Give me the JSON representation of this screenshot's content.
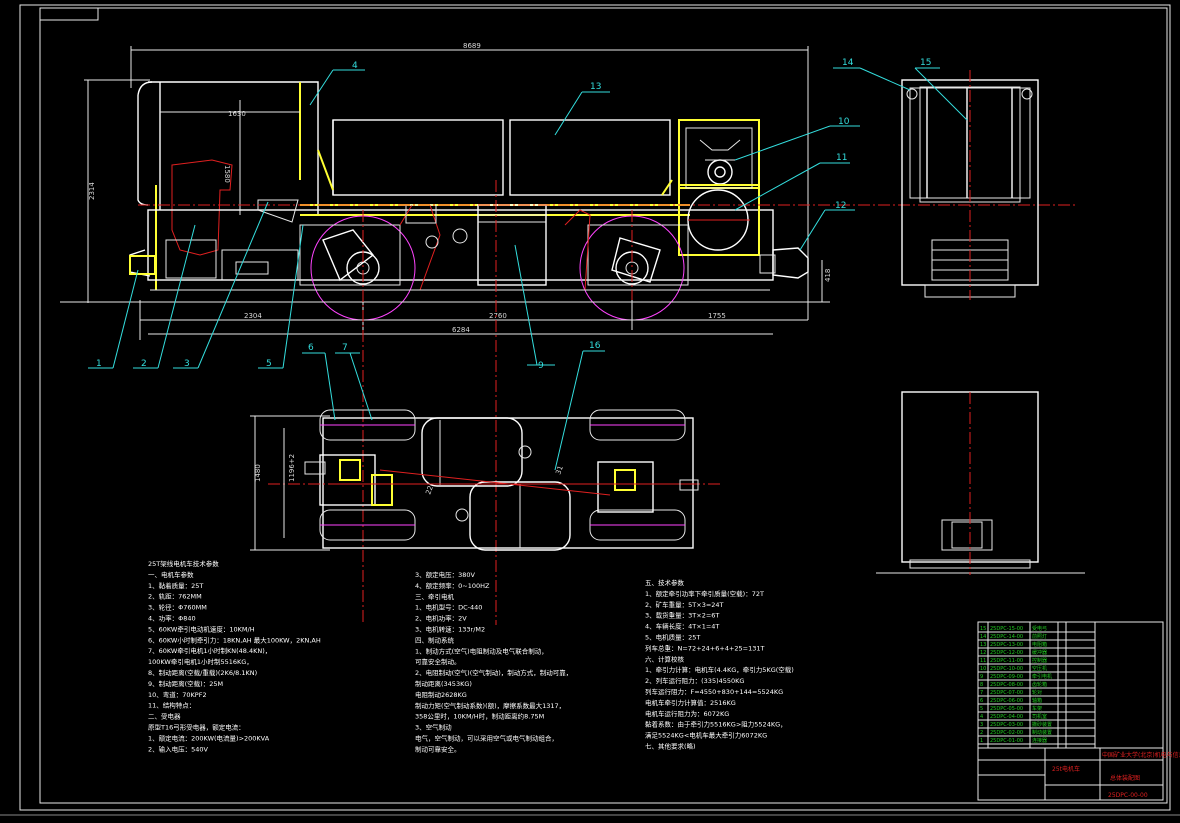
{
  "dimensions": {
    "overall_length": "8689",
    "inner_width": "1630",
    "cab_height": "1580",
    "total_height": "2314",
    "coupler_height": "418",
    "front_overhang": "2304",
    "wheelbase": "2760",
    "rear_overhang": "1755",
    "frame_length": "6284",
    "plan_width": "1480",
    "plan_inner_width": "1196+2",
    "dim_22": "22",
    "dim_31": "31"
  },
  "part_numbers": [
    "1",
    "2",
    "3",
    "4",
    "5",
    "6",
    "7",
    "9",
    "10",
    "11",
    "12",
    "13",
    "14",
    "15",
    "16"
  ],
  "notes": {
    "col1": [
      "25T架线电机车技术参数",
      "一、电机车参数",
      "1、黏着质量：25T",
      "2、轨距：762MM",
      "3、轮径：Φ760MM",
      "4、功率：Φ840",
      "5、60KW牵引电动机速度：10KM/H",
      "6、60KW小时制牵引力：18KN,AH 最大100KW，2KN,AH",
      "7、60KW牵引电机1小时制KN(48.4KN)，",
      "   100KW牵引电机1小时制5516KG，",
      "8、制动距离(空载/重载)(2K6/8.1KN)",
      "9、制动距离(空载)：25M",
      "10、弯道：70KPF2",
      "11、结构特点：",
      "二、受电器",
      "原型T16弓形受电器，额定电流：",
      "1、额定电流：200KW(电流量)>200KVA",
      "2、输入电压：540V"
    ],
    "col2": [
      "3、额定电压：380V",
      "4、额定频率：0~100HZ",
      "三、牵引电机",
      "1、电机型号：DC-440",
      "2、电机功率：2V",
      "3、电机转速：133r/M2",
      "四、制动系统",
      "1、制动方式(空气)电阻制动及电气联合制动，",
      "   可靠安全制动。",
      "2、电阻制动(空气)(空气制动)，制动方式，制动可靠，",
      "   制动距离(3453KG)",
      "   电阻制动2628KG",
      "   制动力矩(空气制动系数)(额)，摩擦系数最大1317，",
      "   358公里时，10KM/H时，制动距离约8.75M",
      "3、空气制动",
      "   电气，空气制动，可以采用空气或电气制动组合，",
      "   制动可靠安全。"
    ],
    "col3": [
      "五、技术参数",
      "1、额定牵引功率下牵引质量(空载)：72T",
      "2、矿车重量：5T×3=24T",
      "3、载货重量：3T×2=6T",
      "4、车辆长度：4T×1=4T",
      "5、电机质量：25T",
      "   列车总重：N=72+24+6+4+25=131T",
      "六、计算校核",
      "1、牵引力计算：电机车(4.4KG，牵引力5KG(空载)",
      "2、列车运行阻力：(335)4550KG",
      "   列车运行阻力：F=4550+830+144=5524KG",
      "   电机车牵引力计算值：2516KG",
      "   电机车运行阻力为：6072KG",
      "   黏着系数：由于牵引力5516KG>阻力5524KG，",
      "   满足5524KG<电机车最大牵引力6072KG",
      "七、其他要求(略)"
    ]
  },
  "title_block": {
    "drawing_title": "25t电机车",
    "company": "中国矿业大学(北京)机电与信息工程学院",
    "drawing_name": "总体装配图",
    "drawing_number": "25DPC-00-00",
    "rows": [
      [
        "15",
        "25DPC-15-00",
        "受电弓"
      ],
      [
        "14",
        "25DPC-14-00",
        "前照灯"
      ],
      [
        "13",
        "25DPC-13-00",
        "电阻箱"
      ],
      [
        "12",
        "25DPC-12-00",
        "缓冲器"
      ],
      [
        "11",
        "25DPC-11-00",
        "控制器"
      ],
      [
        "10",
        "25DPC-10-00",
        "空压机"
      ],
      [
        "9",
        "25DPC-09-00",
        "牵引电机"
      ],
      [
        "8",
        "25DPC-08-00",
        "齿轮箱"
      ],
      [
        "7",
        "25DPC-07-00",
        "轮对"
      ],
      [
        "6",
        "25DPC-06-00",
        "轴箱"
      ],
      [
        "5",
        "25DPC-05-00",
        "车架"
      ],
      [
        "4",
        "25DPC-04-00",
        "司机室"
      ],
      [
        "3",
        "25DPC-03-00",
        "撒砂装置"
      ],
      [
        "2",
        "25DPC-02-00",
        "制动装置"
      ],
      [
        "1",
        "25DPC-01-00",
        "连接器"
      ]
    ]
  },
  "colors": {
    "background": "#000000",
    "outline": "#e8e8e8",
    "leader": "#33dddd",
    "centerline": "#e02020",
    "highlight": "#ffff33",
    "wheel_circle": "#ff44ff",
    "table_text": "#22cc22"
  }
}
